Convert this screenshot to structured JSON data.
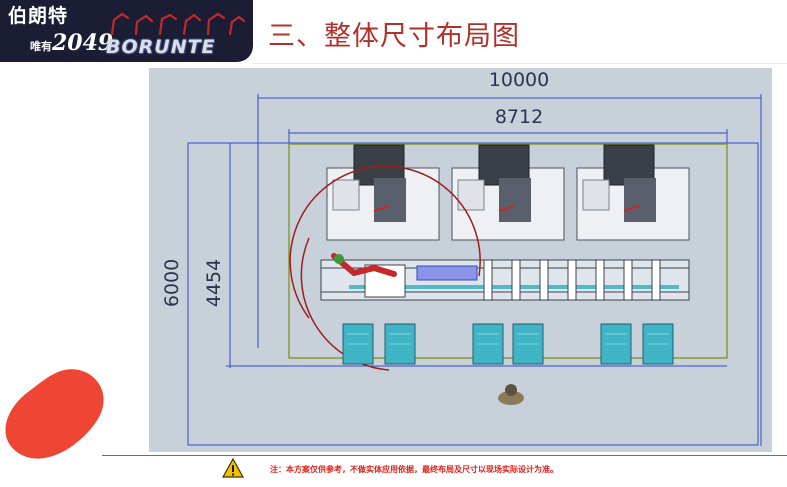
{
  "header": {
    "logo_callig": "伯朗特",
    "logo_small": "唯有",
    "logo_year": "2049",
    "logo_brand": "BORUNTE",
    "title": "三、整体尺寸布局图"
  },
  "dimensions": {
    "total_width": "10000",
    "inner_width": "8712",
    "total_height": "6000",
    "inner_height": "4454"
  },
  "footer": {
    "note": "注：本方案仅供参考，不做实体应用依据，最终布局及尺寸以现场实际设计为准。"
  },
  "colors": {
    "title": "#b0302a",
    "note": "#e02016",
    "drawing_bg": "#c8d0da",
    "dimension_lines": "#2f4ac8",
    "guard_fence": "#8a9a2e",
    "robot_reach": "#9e1e1e",
    "accent_blob": "#ef4535"
  },
  "icons": {
    "warning": "warning-triangle-icon"
  }
}
